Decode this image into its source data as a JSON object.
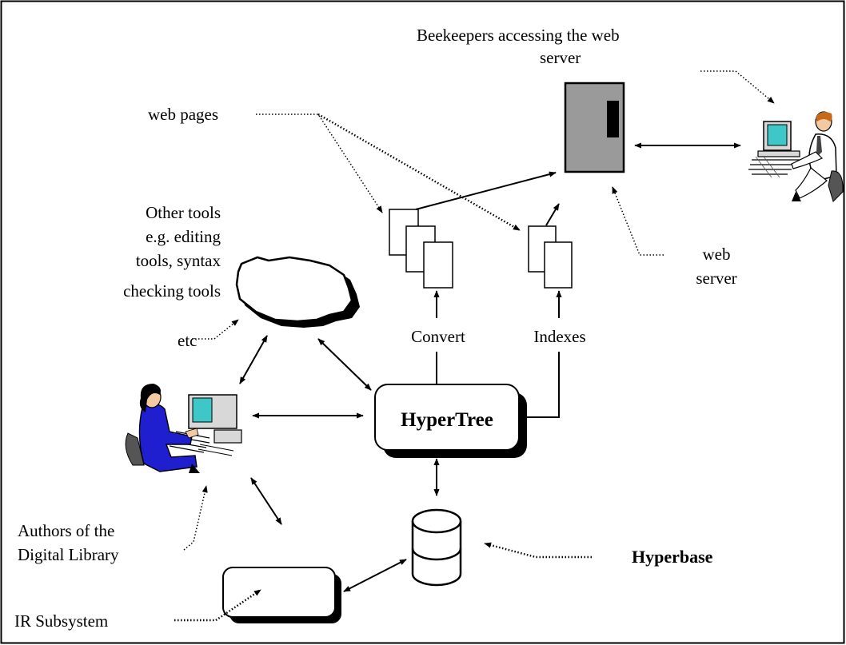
{
  "labels": {
    "beekeepers_line1": "Beekeepers accessing the web",
    "beekeepers_line2": "server",
    "web_pages": "web pages",
    "other_tools_line1": "Other tools",
    "other_tools_line2": "e.g. editing",
    "other_tools_line3": "tools, syntax",
    "other_tools_line4": "checking tools",
    "other_tools_line5": "etc",
    "convert": "Convert",
    "indexes": "Indexes",
    "web_server_line1": "web",
    "web_server_line2": "server",
    "hypertree": "HyperTree",
    "authors_line1": "Authors of the",
    "authors_line2": "Digital Library",
    "hyperbase": "Hyperbase",
    "ir_subsystem": "IR Subsystem"
  },
  "icons": {
    "beekeeper": "person-at-computer-icon",
    "author": "person-at-computer-icon",
    "database": "database-cylinder-icon",
    "server": "web-server-tower-icon",
    "tools": "cloud-icon",
    "pages": "document-stack-icon"
  },
  "colors": {
    "server_fill": "#9a9a9a",
    "author_clothes": "#1f1fd0",
    "beekeeper_shirt": "#ffffff",
    "screen": "#3ec7c7",
    "shadow": "#000000"
  }
}
